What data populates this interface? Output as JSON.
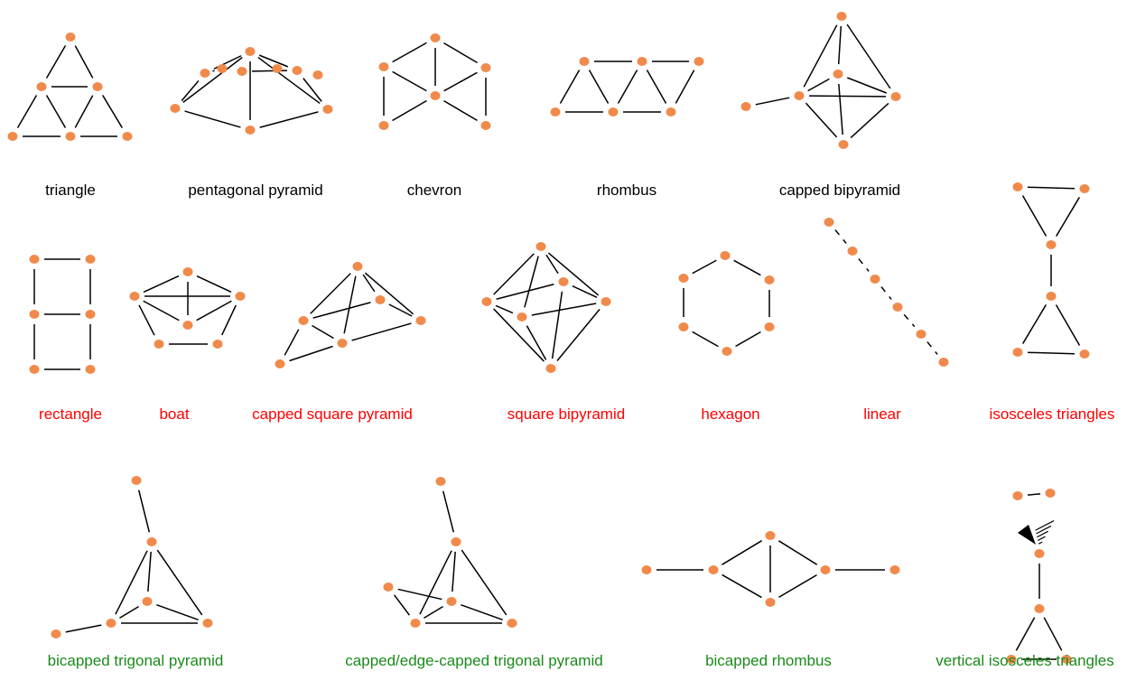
{
  "colors": {
    "node": "#f08a4b",
    "edge": "#000000",
    "label_black": "#000000",
    "label_red": "#ff0000",
    "label_green": "#1a8a1a"
  },
  "rows": [
    {
      "label_color": "black",
      "shapes": [
        {
          "id": "triangle",
          "label": "triangle"
        },
        {
          "id": "pentagonal-pyramid",
          "label": "pentagonal pyramid"
        },
        {
          "id": "chevron",
          "label": "chevron"
        },
        {
          "id": "rhombus",
          "label": "rhombus"
        },
        {
          "id": "capped-bipyramid",
          "label": "capped bipyramid"
        }
      ]
    },
    {
      "label_color": "red",
      "shapes": [
        {
          "id": "rectangle",
          "label": "rectangle"
        },
        {
          "id": "boat",
          "label": "boat"
        },
        {
          "id": "capped-square-pyramid",
          "label": "capped square pyramid"
        },
        {
          "id": "square-bipyramid",
          "label": "square bipyramid"
        },
        {
          "id": "hexagon",
          "label": "hexagon"
        },
        {
          "id": "linear",
          "label": "linear"
        },
        {
          "id": "isosceles-triangles",
          "label": "isosceles triangles"
        }
      ]
    },
    {
      "label_color": "green",
      "shapes": [
        {
          "id": "bicapped-trigonal-pyramid",
          "label": "bicapped trigonal pyramid"
        },
        {
          "id": "capped-edge-capped-trigonal-pyramid",
          "label": "capped/edge-capped trigonal pyramid"
        },
        {
          "id": "bicapped-rhombus",
          "label": "bicapped rhombus"
        },
        {
          "id": "vertical-isosceles-triangles",
          "label": "vertical isosceles triangles"
        }
      ]
    }
  ]
}
